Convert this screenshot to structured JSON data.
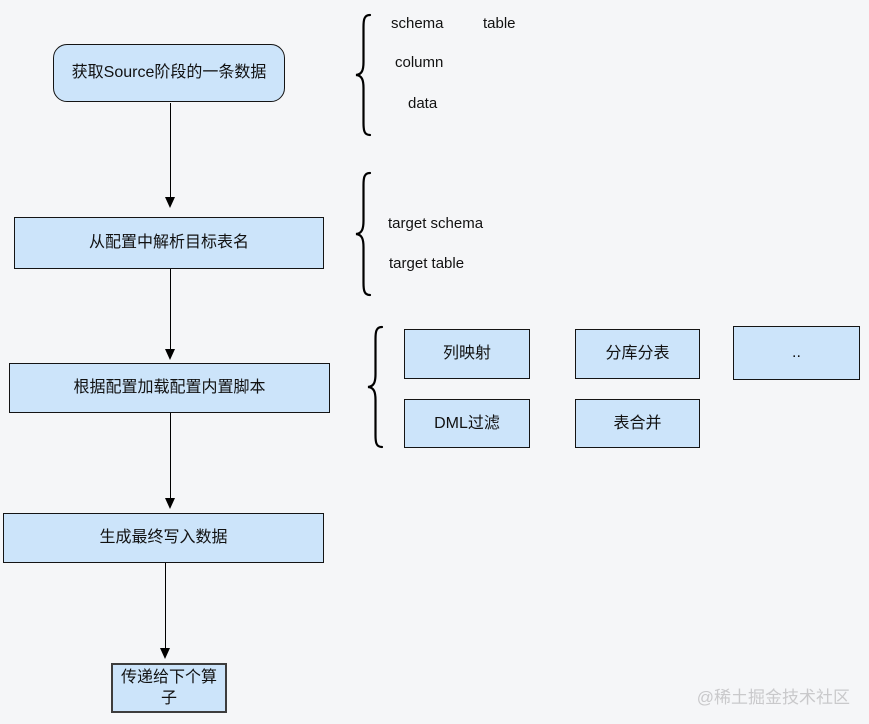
{
  "diagram": {
    "nodes": {
      "source_fetch": "获取Source阶段的一条数据",
      "parse_target": "从配置中解析目标表名",
      "load_scripts": "根据配置加载配置内置脚本",
      "generate_data": "生成最终写入数据",
      "pass_next": "传递给下个算子"
    },
    "source_record_fields": {
      "schema": "schema",
      "table": "table",
      "column": "column",
      "data": "data"
    },
    "target_fields": {
      "target_schema": "target schema",
      "target_table": "target table"
    },
    "script_boxes": {
      "column_mapping": "列映射",
      "sharding": "分库分表",
      "more": "..",
      "dml_filter": "DML过滤",
      "table_merge": "表合并"
    },
    "watermark": "@稀土掘金技术社区"
  },
  "colors": {
    "background": "#f5f6f8",
    "node_fill": "#cce4fa",
    "node_border": "#141414",
    "text": "#111111",
    "watermark": "#c9c9cb"
  }
}
